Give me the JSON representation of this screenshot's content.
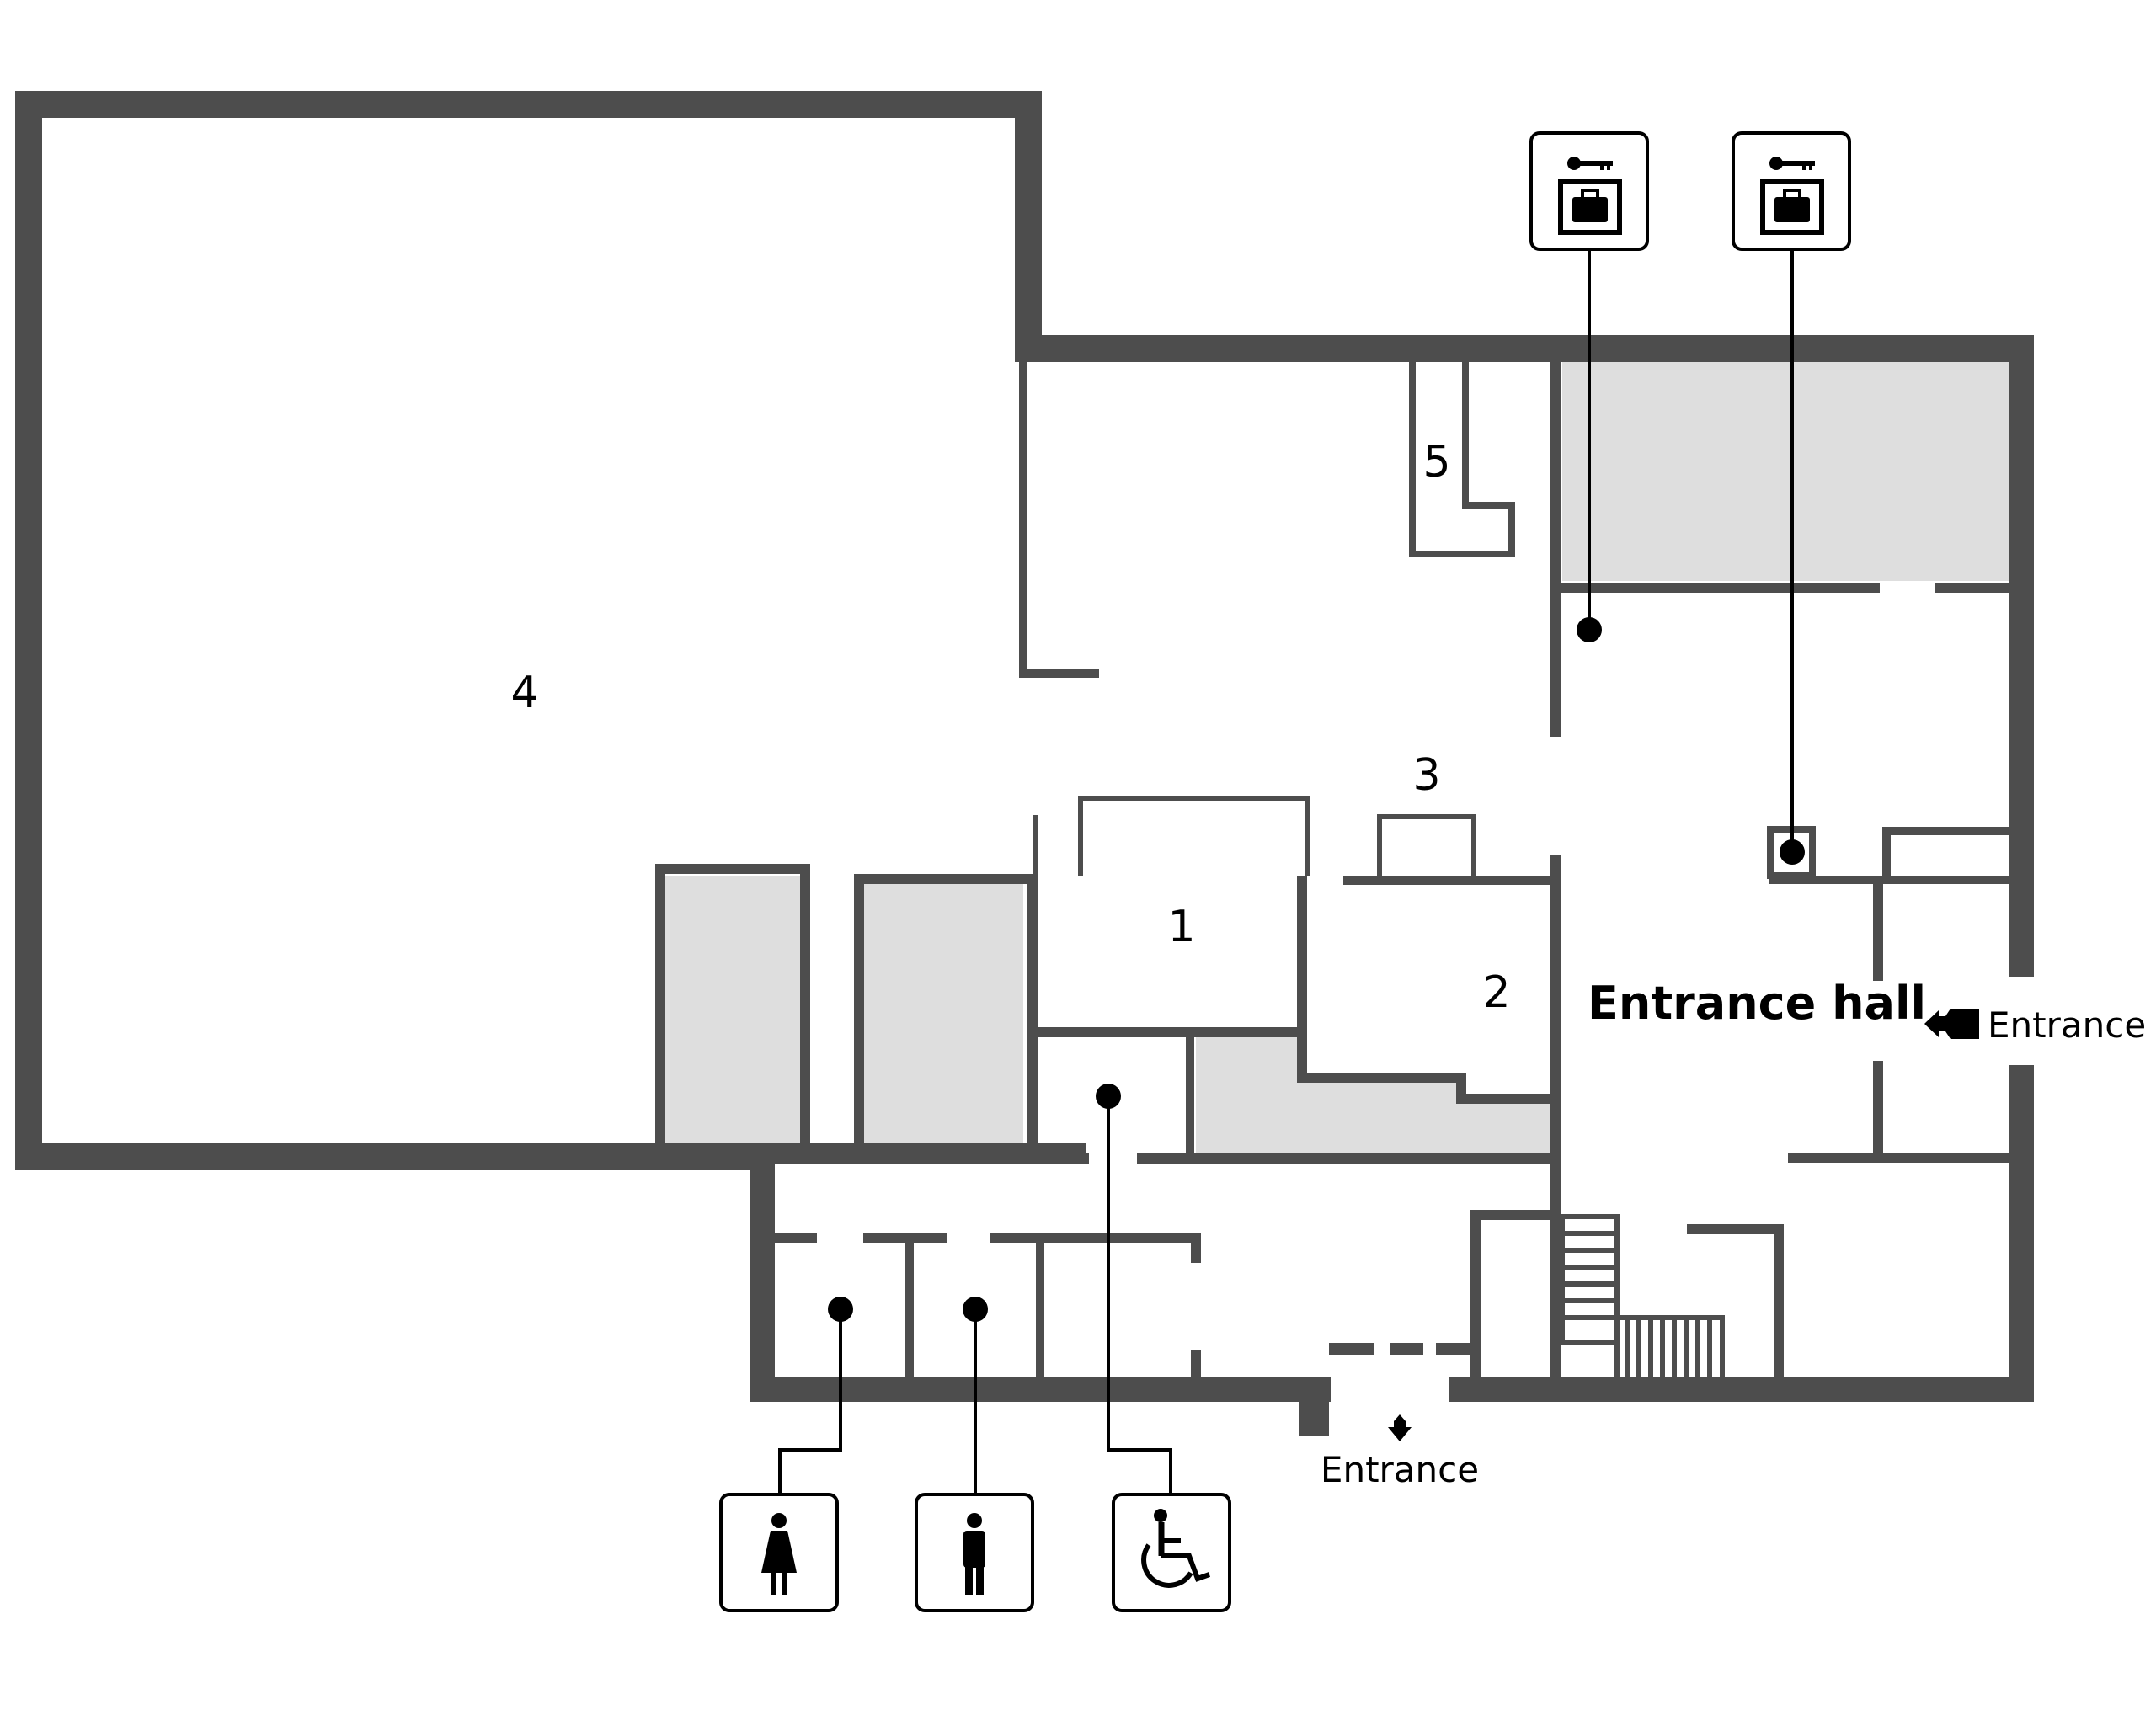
{
  "rooms": [
    {
      "number": "1"
    },
    {
      "number": "2"
    },
    {
      "number": "3"
    },
    {
      "number": "4"
    },
    {
      "number": "5"
    }
  ],
  "entrance_hall": "Entrance hall",
  "entrances": {
    "south": "Entrance",
    "east": "Entrance"
  },
  "icons": {
    "locker_1": "locker-key-icon",
    "locker_2": "locker-key-icon",
    "restroom_women": "women-toilet-icon",
    "restroom_men": "men-toilet-icon",
    "restroom_accessible": "wheelchair-icon"
  },
  "colors": {
    "wall": "#4d4d4d",
    "shaded_area": "#dedede"
  }
}
